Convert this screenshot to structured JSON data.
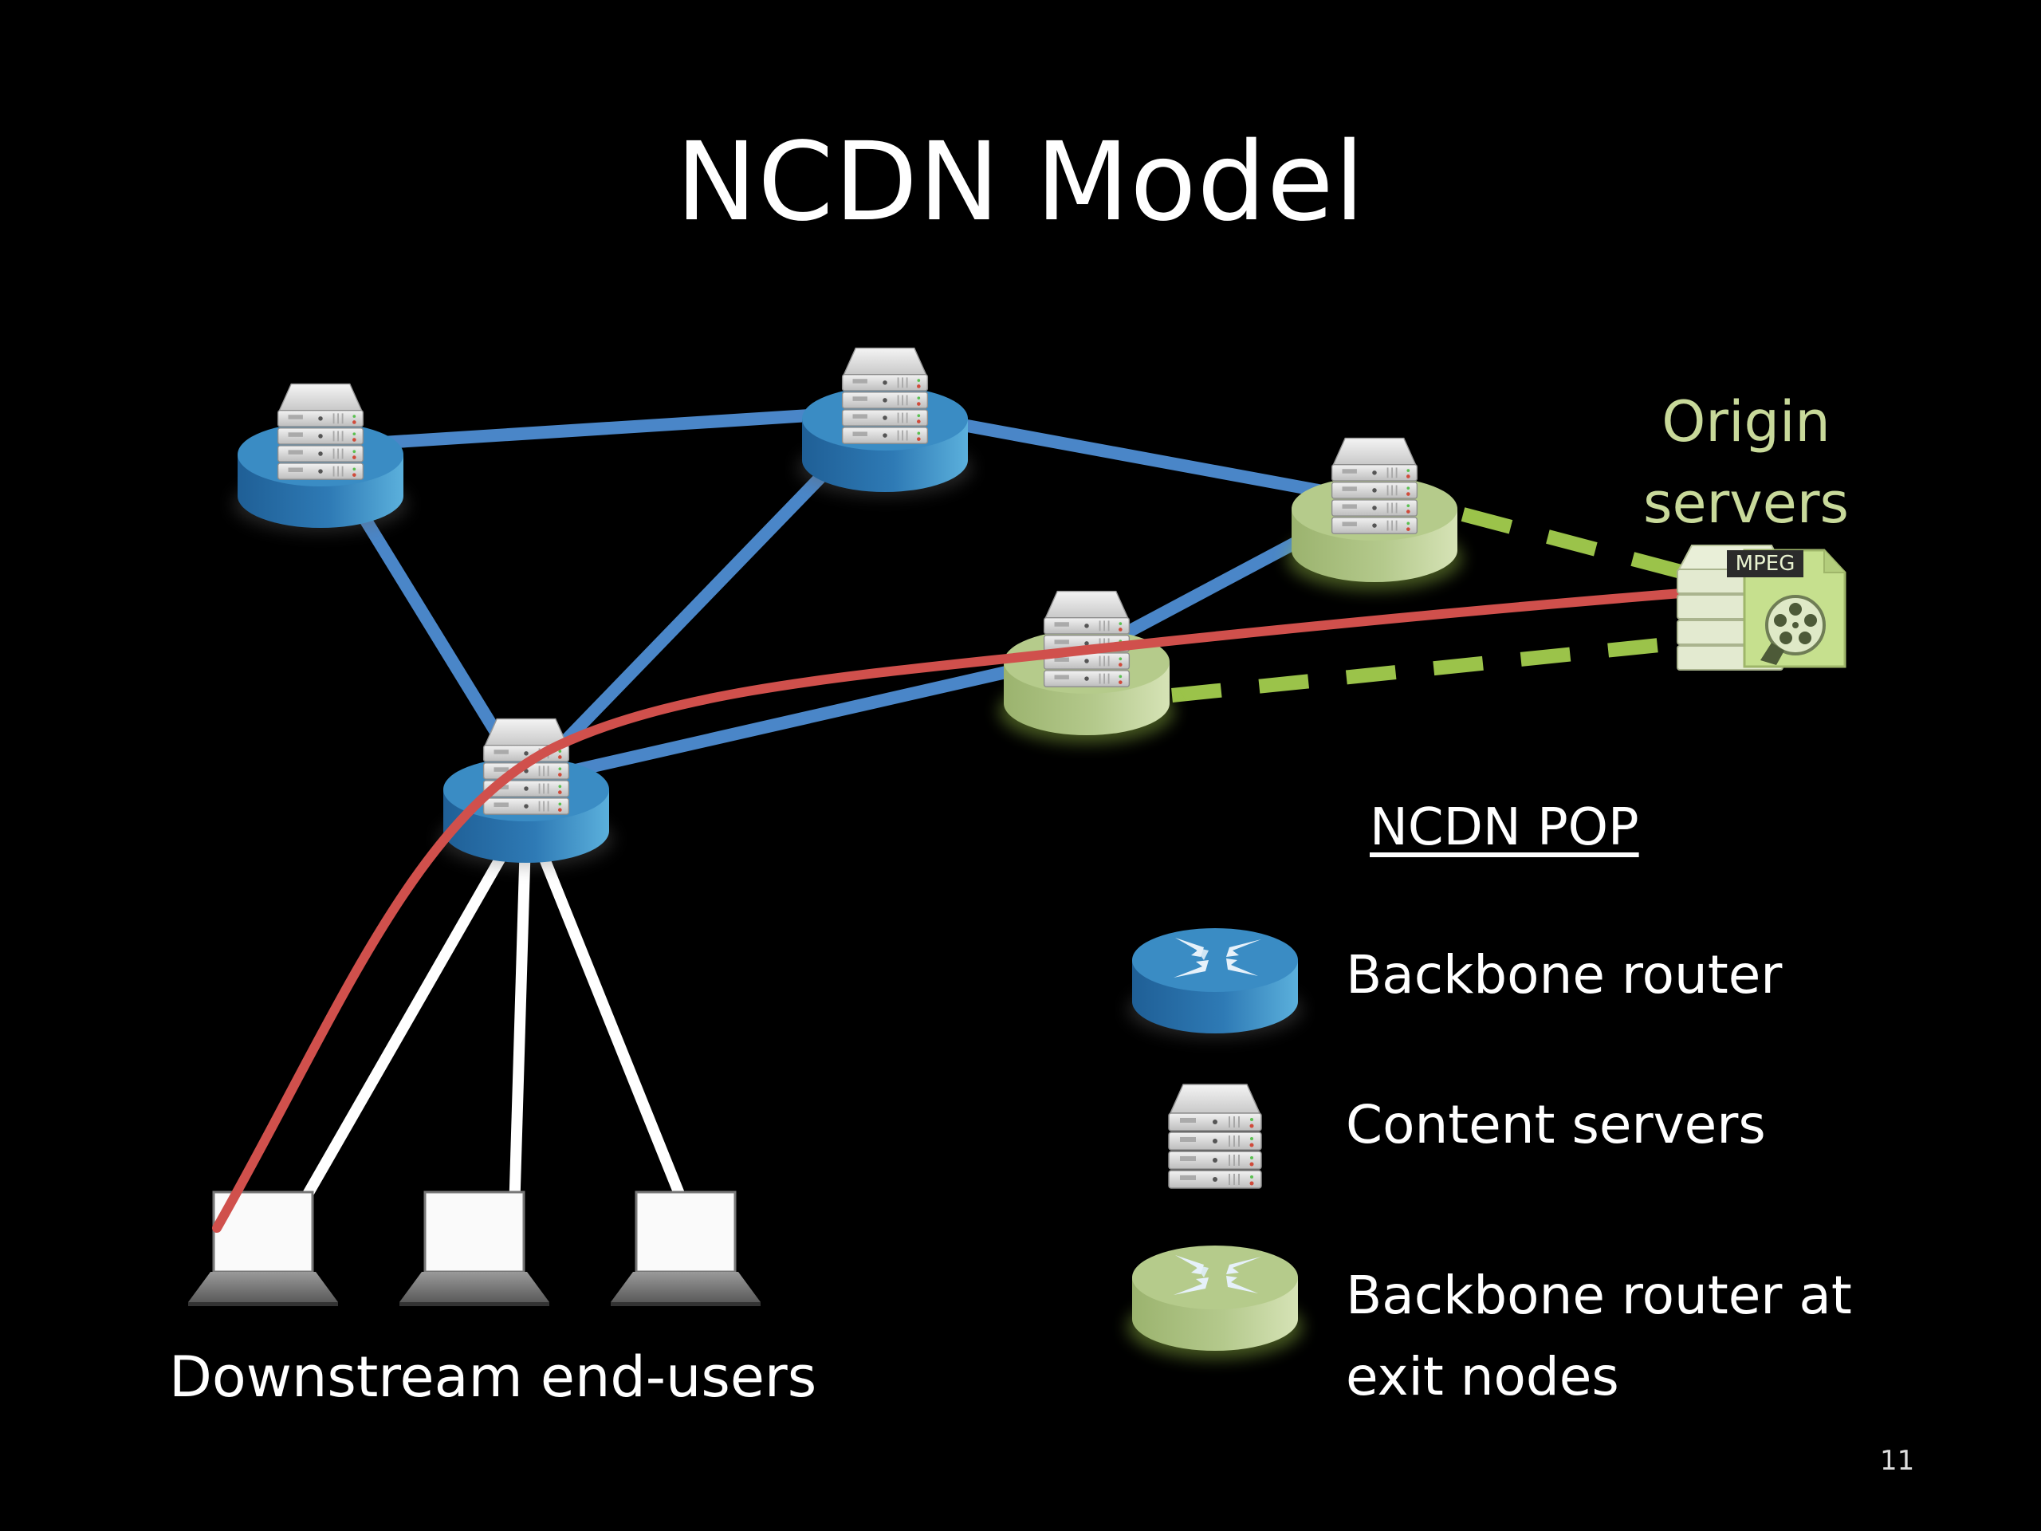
{
  "slide": {
    "title": "NCDN Model",
    "page_number": "11"
  },
  "labels": {
    "origin_line1": "Origin",
    "origin_line2": "servers",
    "origin_file_badge": "MPEG",
    "downstream_users": "Downstream end-users"
  },
  "legend": {
    "title": "NCDN POP",
    "items": [
      {
        "icon": "backbone-router-icon",
        "label": "Backbone router"
      },
      {
        "icon": "content-servers-icon",
        "label": "Content servers"
      },
      {
        "icon": "exit-router-icon",
        "label_line1": "Backbone router at",
        "label_line2": "exit nodes"
      }
    ]
  },
  "colors": {
    "background": "#000000",
    "backbone_link": "#4a86c8",
    "exit_link": "#9bc34a",
    "path": "#d0504c",
    "user_link": "#ffffff",
    "router_blue": "#3a8cc4",
    "router_green": "#b8cc8e",
    "origin_text": "#c8d99a"
  },
  "network": {
    "nodes": [
      {
        "id": "pop-a",
        "type": "backbone"
      },
      {
        "id": "pop-b",
        "type": "backbone"
      },
      {
        "id": "pop-c",
        "type": "exit"
      },
      {
        "id": "pop-d",
        "type": "exit"
      },
      {
        "id": "pop-e",
        "type": "backbone"
      }
    ],
    "links": [
      {
        "from": "pop-a",
        "to": "pop-b",
        "kind": "backbone"
      },
      {
        "from": "pop-b",
        "to": "pop-c",
        "kind": "backbone"
      },
      {
        "from": "pop-a",
        "to": "pop-e",
        "kind": "backbone"
      },
      {
        "from": "pop-b",
        "to": "pop-e",
        "kind": "backbone"
      },
      {
        "from": "pop-d",
        "to": "pop-c",
        "kind": "backbone"
      },
      {
        "from": "pop-e",
        "to": "pop-d",
        "kind": "backbone"
      },
      {
        "from": "pop-c",
        "to": "origin",
        "kind": "exit"
      },
      {
        "from": "pop-d",
        "to": "origin",
        "kind": "exit"
      }
    ],
    "users": 3,
    "request_path": [
      "user-1",
      "pop-e",
      "pop-d",
      "origin"
    ]
  }
}
